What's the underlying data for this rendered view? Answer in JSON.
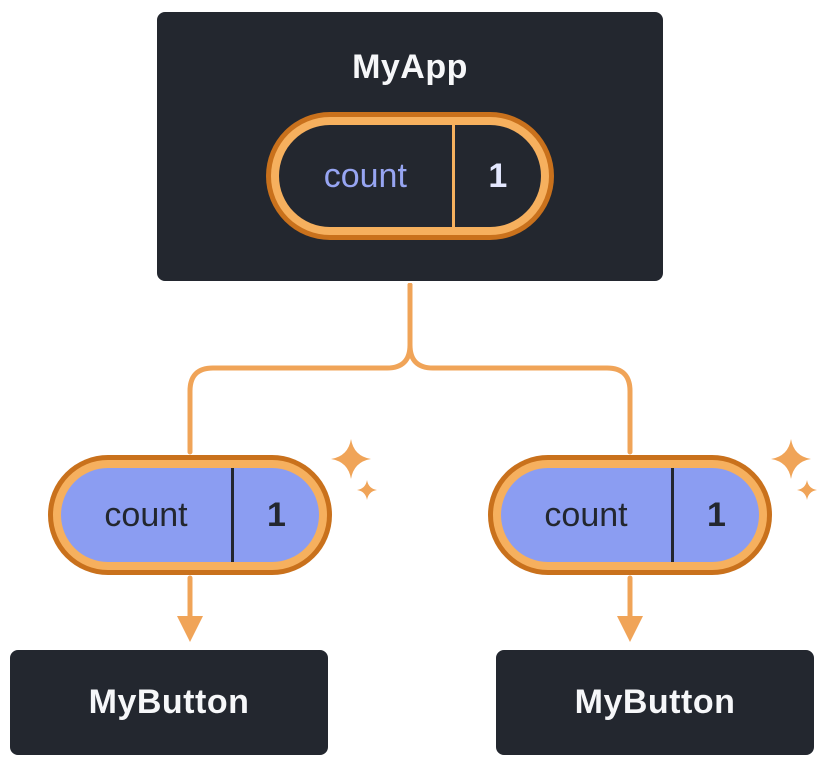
{
  "colors": {
    "page_bg": "#ffffff",
    "box_bg": "#23272f",
    "box_border": "#ffffff",
    "title_text": "#f6f7f9",
    "ring_outer": "#c9711c",
    "ring_inner": "#f6b05e",
    "line": "#f0a458",
    "purple_fill": "#8b9df2",
    "dark_text": "#23272f",
    "state_key_color": "#97a5f2",
    "state_value_color": "#e4e8ff"
  },
  "root_component": {
    "title": "MyApp",
    "state_pill": {
      "key": "count",
      "value": "1"
    }
  },
  "child_components": [
    {
      "title": "MyButton",
      "prop_pill": {
        "key": "count",
        "value": "1"
      }
    },
    {
      "title": "MyButton",
      "prop_pill": {
        "key": "count",
        "value": "1"
      }
    }
  ]
}
